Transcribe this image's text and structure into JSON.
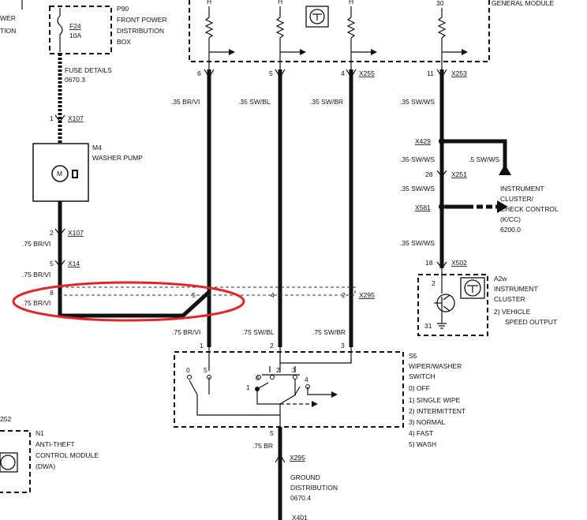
{
  "labels": {
    "top_left_1": "WER",
    "top_left_2": "TION",
    "p90": "P90",
    "front_power": "FRONT POWER",
    "distribution": "DISTRIBUTION",
    "box": "BOX",
    "f24": "F24",
    "f24_amp": "10A",
    "fuse_details": "FUSE DETAILS",
    "fuse_ref": "0670.3",
    "general_module": "GENERAL MODULE",
    "pin_h1": "H",
    "pin_h2": "H",
    "pin_h3": "H",
    "pin_30": "30",
    "pin_6": "6",
    "pin_5_top": "5",
    "pin_4_top": "4",
    "x255": "X255",
    "pin_11": "11",
    "x253": "X253",
    "w_35_brvi": ".35  BR/VI",
    "w_35_swbl": ".35  SW/BL",
    "w_35_swbr": ".35  SW/BR",
    "w_35_swws_1": ".35 SW/WS",
    "x429": "X429",
    "w_35_swws_2": ".35 SW/WS",
    "w_5_swws": ".5 SW/WS",
    "pin_28": "28",
    "x251": "X251",
    "w_35_swws_3": ".35 SW/WS",
    "x581": "X581",
    "w_35_swws_4": ".35 SW/WS",
    "ic_1": "INSTRUMENT",
    "ic_2": "CLUSTER/",
    "ic_3": "CHECK CONTROL",
    "ic_4": "(K/CC)",
    "ic_5": "6200.0",
    "pin_1_x107": "1",
    "x107_top": "X107",
    "m4": "M4",
    "washer_pump": "WASHER PUMP",
    "motor_m": "M",
    "pin_2": "2",
    "x107_bot": "X107",
    "w_75_brvi_1": ".75 BR/VI",
    "pin_5_x14": "5",
    "x14": "X14",
    "w_75_brvi_2": ".75 BR/VI",
    "pin_8": "8",
    "w_75_brvi_3": ".75 BR/VI",
    "pin_5_mid": "5",
    "pin_4_mid": "4",
    "pin_2_mid": "2",
    "x295_mid": "X295",
    "pin_18": "18",
    "x502": "X502",
    "a2w": "A2w",
    "a2w_1": "INSTRUMENT",
    "a2w_2": "CLUSTER",
    "a2w_3": "2)  VEHICLE",
    "a2w_4": "SPEED OUTPUT",
    "pin_2_a2w": "2",
    "pin_31": "31",
    "w_75_brvi_4": ".75 BR/VI",
    "w_75_swbl": ".75 SW/BL",
    "w_75_swbr": ".75 SW/BR",
    "sw_pin_1": "1",
    "sw_pin_2": "2",
    "sw_pin_3": "3",
    "s5": "S5",
    "s5_1": "WIPER/WASHER",
    "s5_2": "SWITCH",
    "s5_o0": "0)   OFF",
    "s5_o1": "1)   SINGLE WIPE",
    "s5_o2": "2)   INTERMITTENT",
    "s5_o3": "3)   NORMAL",
    "s5_o4": "4)   FAST",
    "s5_o5": "5)   WASH",
    "sw_0": "0",
    "sw_5": "5",
    "sw_0b": "0",
    "sw_2": "2",
    "sw_3": "3",
    "sw_1": "1",
    "sw_4": "4",
    "pin_5_bot": "5",
    "w_75_br": ".75 BR",
    "x295_bot": "X295",
    "ground_1": "GROUND",
    "ground_2": "DISTRIBUTION",
    "ground_3": "0670.4",
    "n1": "N1",
    "n1_1": "ANTI-THEFT",
    "n1_2": "CONTROL MODULE",
    "n1_3": "(DWA)",
    "partial_252": "252",
    "bottom_x": "X401"
  },
  "colors": {
    "ink": "#111111",
    "highlight": "#e0262a"
  }
}
